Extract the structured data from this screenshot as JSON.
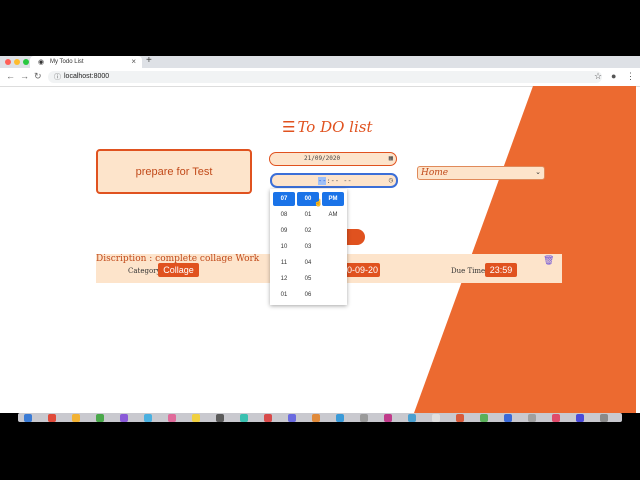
{
  "browser": {
    "tab_title": "My Todo List",
    "tab_close": "×",
    "new_tab": "+",
    "url": "localhost:8000",
    "back": "←",
    "forward": "→",
    "reload": "↻",
    "info": "ⓘ"
  },
  "page": {
    "title": "To DO list",
    "todo_input_value": "prepare for Test",
    "date_value": "21/09/2020",
    "time_hour_placeholder": "--",
    "time_rest_placeholder": ":-- --",
    "category_value": "Home",
    "task": {
      "description": "Discription : complete collage Work",
      "category_label": "Category :",
      "category_value": "Collage",
      "due_date_partial": "0-09-20",
      "due_time_label": "Due Time :",
      "due_time_value": "23:59"
    }
  },
  "time_picker": {
    "hours": [
      "07",
      "08",
      "09",
      "10",
      "11",
      "12",
      "01"
    ],
    "minutes": [
      "00",
      "01",
      "02",
      "03",
      "04",
      "05",
      "06"
    ],
    "periods": [
      "PM",
      "AM"
    ]
  },
  "colors": {
    "accent": "#e0521f",
    "background_shape": "#ec6a30",
    "field_fill": "#fde4cb"
  }
}
